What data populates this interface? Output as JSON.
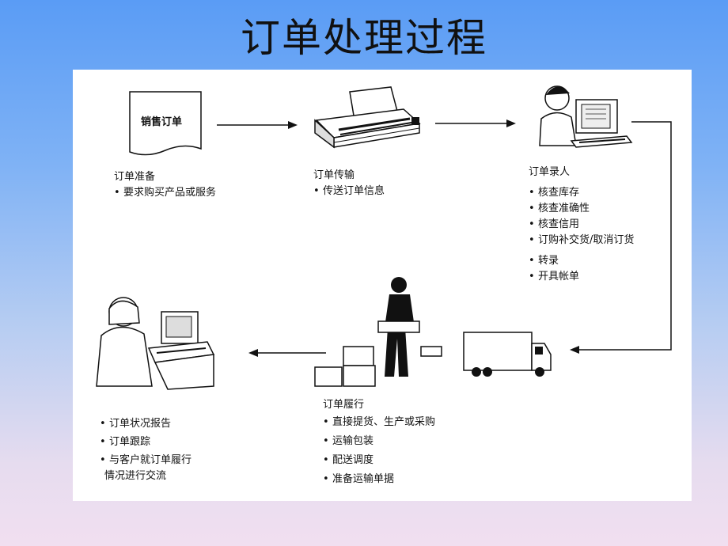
{
  "title": "订单处理过程",
  "document_label": "销售订单",
  "stages": [
    {
      "heading": "订单准备",
      "items": [
        "要求购买产品或服务"
      ]
    },
    {
      "heading": "订单传输",
      "items": [
        "传送订单信息"
      ]
    },
    {
      "heading": "订单录人",
      "items": [
        "核查库存",
        "核查准确性",
        "核查信用",
        "订购补交货/取消订货",
        "转录",
        "开具帐单"
      ]
    },
    {
      "heading": "订单履行",
      "items": [
        "直接提货、生产或采购",
        "运输包装",
        "配送调度",
        "准备运输单据"
      ]
    },
    {
      "heading": "",
      "items": [
        "订单状况报告",
        "订单跟踪",
        "与客户就订单履行",
        "情况进行交流"
      ]
    }
  ]
}
